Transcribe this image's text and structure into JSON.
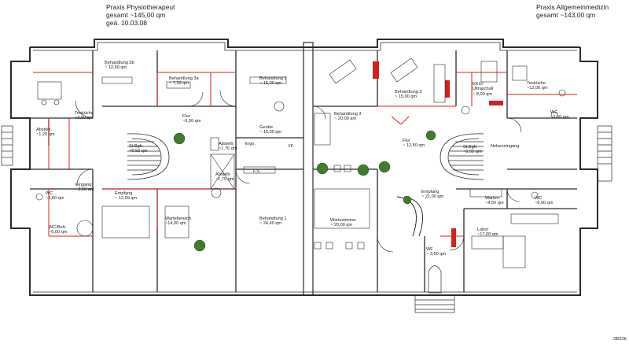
{
  "header": {
    "left": {
      "title": "Praxis Physiotherapeut",
      "total": "gesamt ~145,00 qm",
      "changed": "geä. 10.03.08"
    },
    "right": {
      "title": "Praxis Allgemeinmedizin",
      "total": "gesamt ~143,00 qm"
    }
  },
  "rooms": {
    "behandlung3b": {
      "name": "Behandlung 3b",
      "area": "~ 12,69 qm"
    },
    "behandlung3a": {
      "name": "Behandlung 3a",
      "area": "~ 7,33 qm"
    },
    "behandlung2": {
      "name": "Behandlung 2",
      "area": "~ 15,00 qm"
    },
    "teekueche_left": {
      "name": "Teeküche",
      "area": "~3,60 qm"
    },
    "flur_left": {
      "name": "Flur",
      "area": "~9,50 qm"
    },
    "abstellr_far_left": {
      "name": "Abstellr.",
      "area": "~1,20 qm"
    },
    "geraete": {
      "name": "Geräte",
      "area": "~ 15,00 qm"
    },
    "stbgh_left": {
      "name": "St.Bgh.",
      "area": "~6,92 qm"
    },
    "abstellr_mid_a": {
      "name": "Abstellr.",
      "area": "~1,76 qm"
    },
    "abstellr_mid_b": {
      "name": "Abstellr.",
      "area": "~1,75 qm"
    },
    "eingang_left": {
      "name": "Eingang",
      "area": "~3,50 qm"
    },
    "wc_left": {
      "name": "WC",
      "area": "~2,60 qm"
    },
    "empfang_left": {
      "name": "Empfang",
      "area": "~ 12,69 qm"
    },
    "wc_beh": {
      "name": "WC/Beh.",
      "area": "~6,00 qm"
    },
    "wartebereich": {
      "name": "Wartebereich",
      "area": "~14,00 qm"
    },
    "behandlung1": {
      "name": "Behandlung 1",
      "area": "~ 24,40 qm"
    },
    "behandlung3_center": {
      "name": "Behandlung 3",
      "area": "~ 20,00 qm"
    },
    "wartezimmer": {
      "name": "Wartezimmer",
      "area": "~ 20,00 qm"
    },
    "behandlung3_right": {
      "name": "Behandlung 3",
      "area": "~ 15,00 qm"
    },
    "ekg": {
      "name": "EKG/",
      "name2": "Ultraschall",
      "area": "~ 8,00 qm"
    },
    "teekueche_right": {
      "name": "Teeküche",
      "area": "~12,00 qm"
    },
    "wc_right_top": {
      "name": "WC",
      "area": "~3,50 qm"
    },
    "flur_right": {
      "name": "Flur",
      "area": "~ 12,50 qm"
    },
    "stbgh_right": {
      "name": "St.Bgh.",
      "area": "~6,92 qm"
    },
    "nebeneingang": {
      "name": "Nebeneingang",
      "area": ""
    },
    "empfang_right": {
      "name": "Empfang",
      "area": "~ 21,00 qm"
    },
    "warten": {
      "name": "Warten",
      "area": "~4,50 qm"
    },
    "wc_right_bottom": {
      "name": "WC",
      "area": "~6,00 qm"
    },
    "labor": {
      "name": "Labor",
      "area": "~17,00 qm"
    },
    "wf": {
      "name": "WF",
      "area": "~ 3,50 qm"
    }
  },
  "equipment_labels": {
    "ergo": "Ergo.",
    "fs": "F.S.",
    "vf": "VF."
  },
  "drawing_id": "280108",
  "colors": {
    "wall": "#2a2a2a",
    "partition": "#d42020",
    "plant": "#3f7d2a",
    "background": "#ffffff"
  }
}
